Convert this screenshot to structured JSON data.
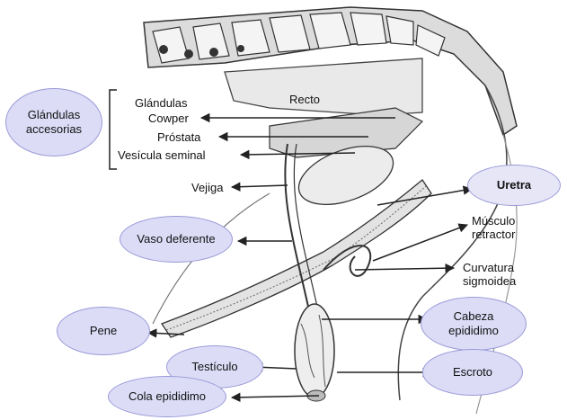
{
  "colors": {
    "bubble_fill": "#dcdcf7",
    "bubble_border": "#9a9ad8",
    "line": "#222222",
    "tissue": "#e9e9e9"
  },
  "bubbles": {
    "accessory_glands": "Glándulas accesorias",
    "urethra": "Uretra",
    "vas_deferens": "Vaso deferente",
    "penis": "Pene",
    "epididymis_head": "Cabeza epididimo",
    "testicle": "Testículo",
    "scrotum": "Escroto",
    "epididymis_tail": "Cola epididimo"
  },
  "labels": {
    "glands": "Glándulas",
    "cowper": "Cowper",
    "prostate": "Próstata",
    "seminal_vesicle": "Vesícula seminal",
    "rectum": "Recto",
    "bladder": "Vejiga",
    "retractor_muscle": "Músculo retractor",
    "sigmoid_flexure": "Curvatura sigmoidea"
  },
  "icons": [
    "arrow-icon",
    "bracket-icon"
  ]
}
